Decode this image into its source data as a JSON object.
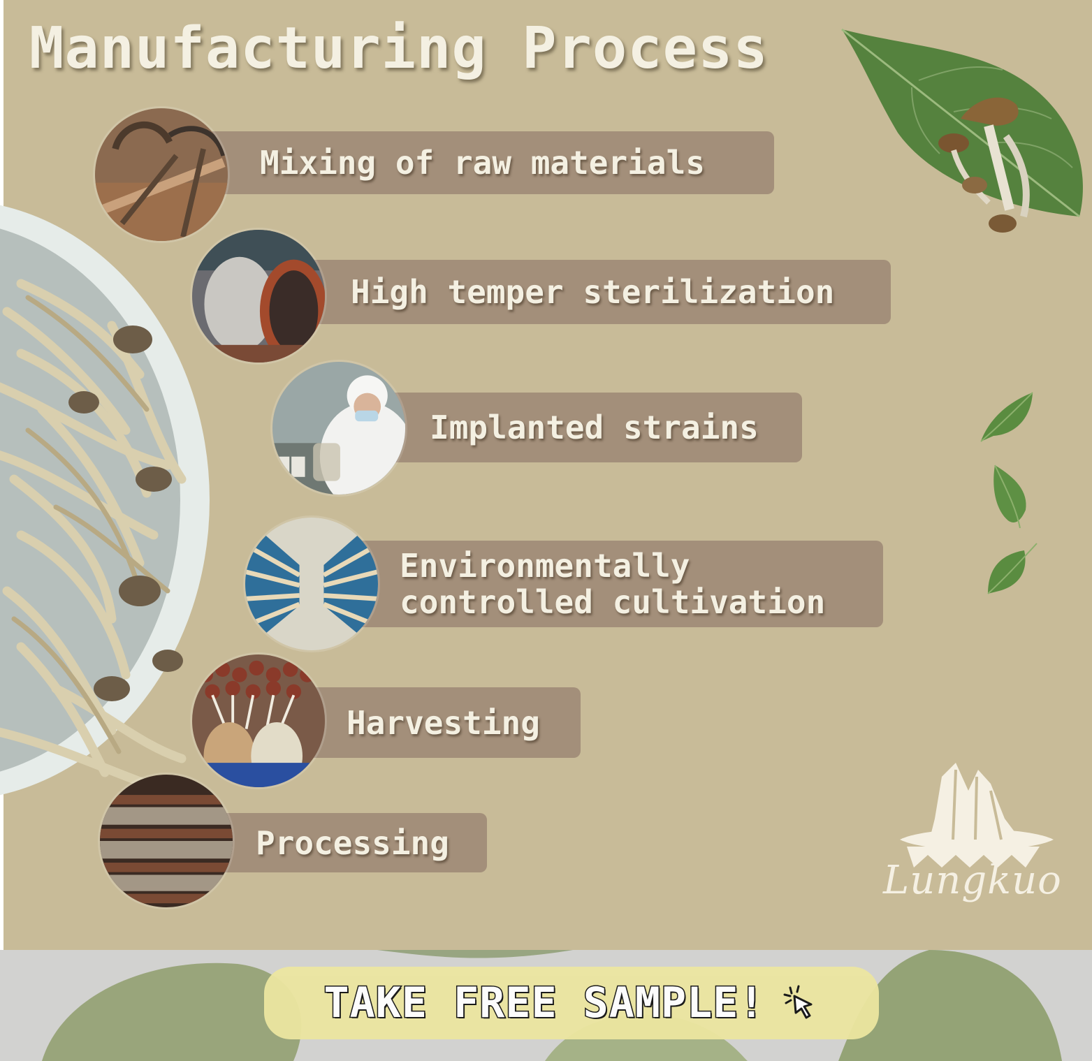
{
  "title": "Manufacturing Process",
  "steps": [
    {
      "label": "Mixing of raw materials",
      "icon": "mixing-machine-photo"
    },
    {
      "label": "High temper sterilization",
      "icon": "autoclave-photo"
    },
    {
      "label": "Implanted strains",
      "icon": "lab-worker-photo"
    },
    {
      "label": "Environmentally\ncontrolled cultivation",
      "icon": "cultivation-shelves-photo"
    },
    {
      "label": "Harvesting",
      "icon": "mushroom-bottles-photo"
    },
    {
      "label": "Processing",
      "icon": "drying-racks-photo"
    }
  ],
  "brand": {
    "name": "Lungkuo",
    "logo_icon": "mountain-logo-icon"
  },
  "cta": {
    "label": "TAKE FREE SAMPLE!",
    "icon": "pointer-click-icon"
  },
  "colors": {
    "background": "#c8bb98",
    "pill": "#a38f7a",
    "title_text": "#f4f0e2",
    "cta_background": "#ece6a0",
    "bottom_band": "#d2d2d0"
  }
}
